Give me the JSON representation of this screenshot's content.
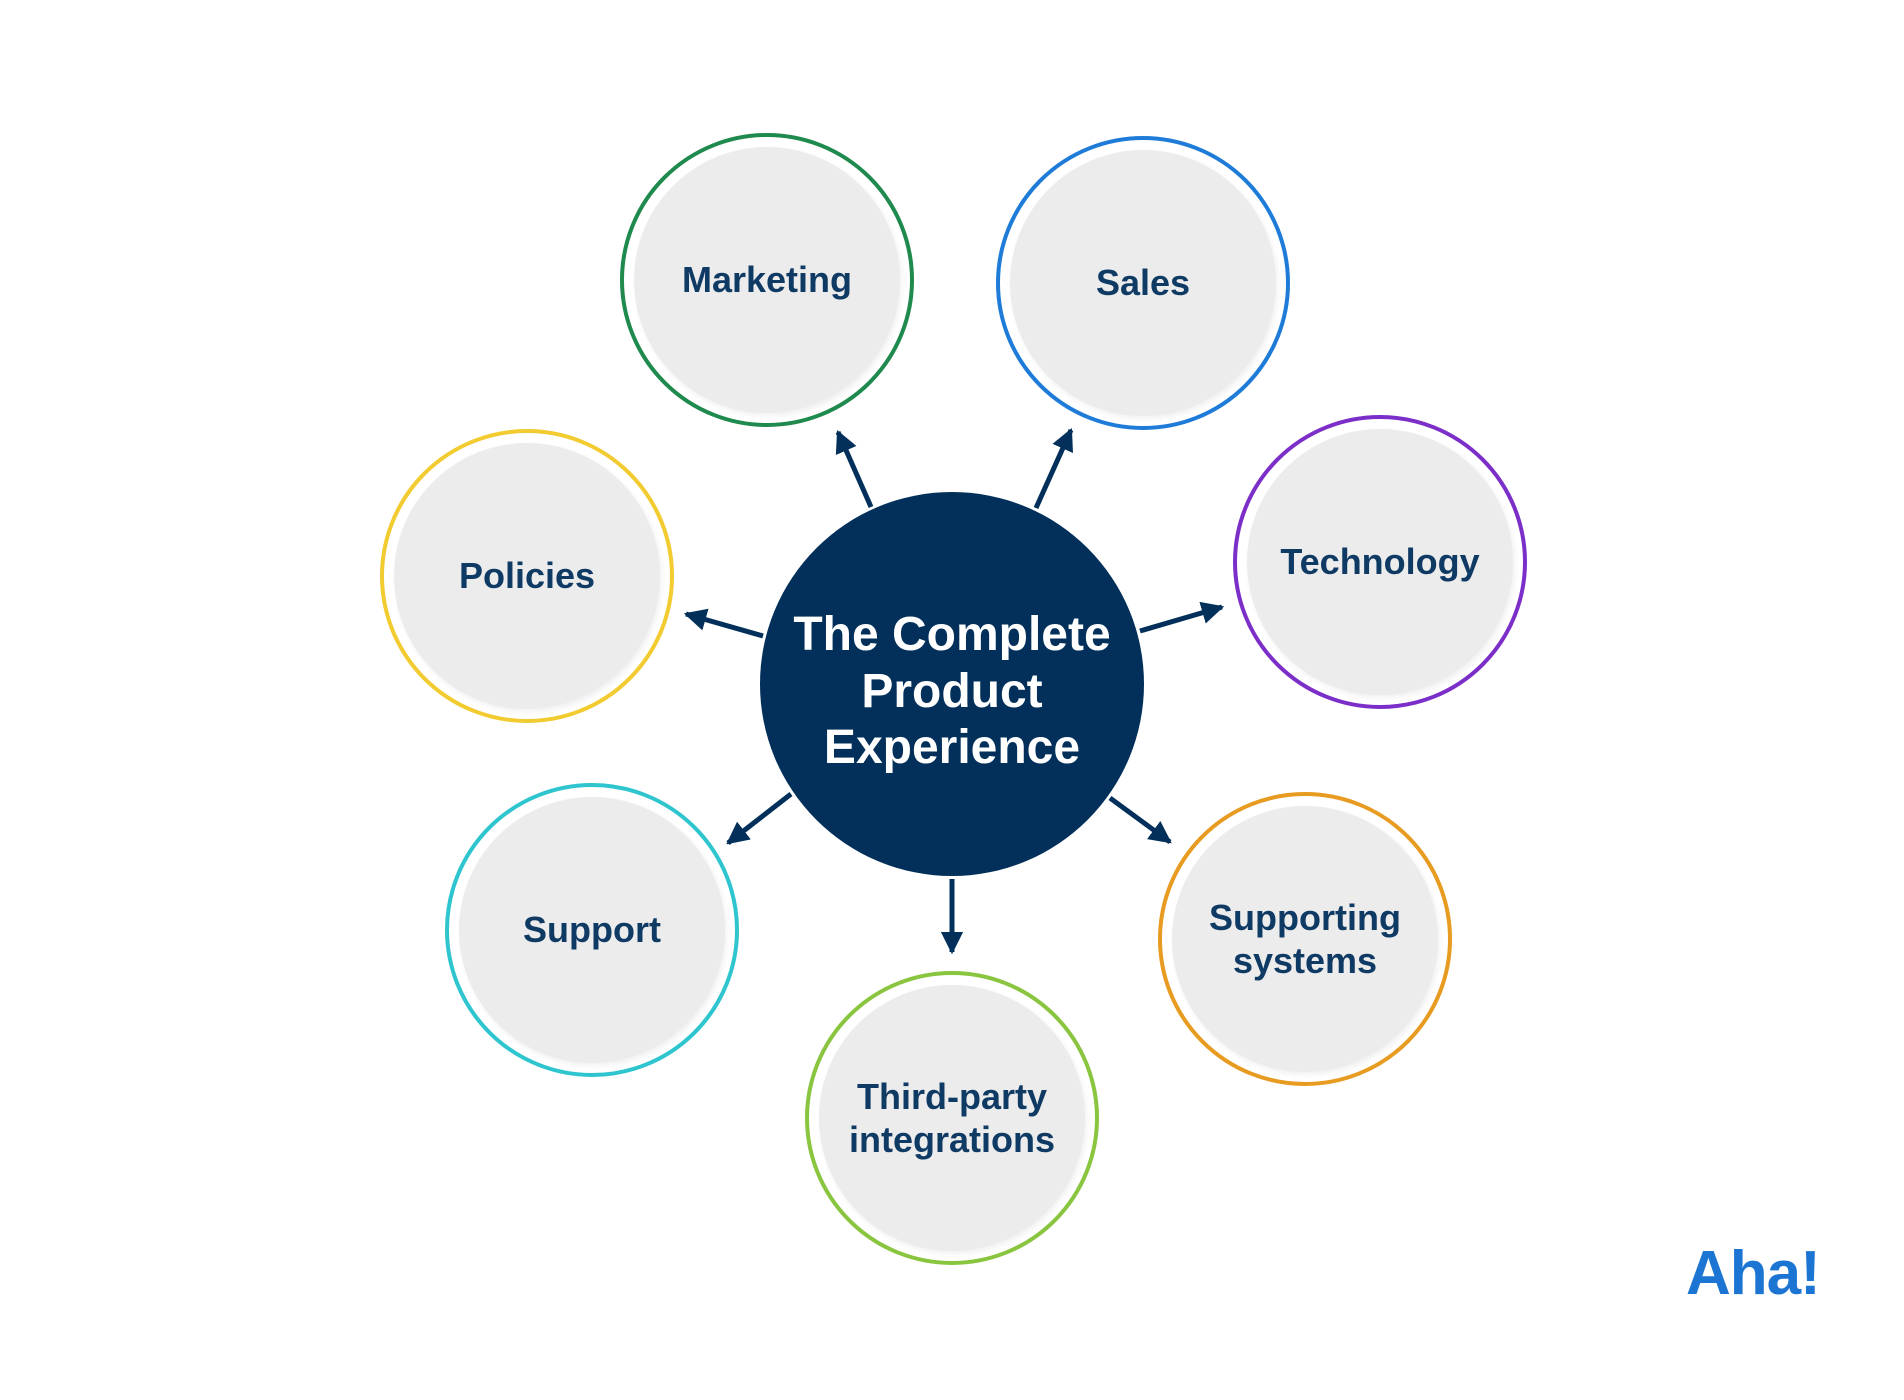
{
  "diagram": {
    "center": {
      "label": "The Complete\nProduct\nExperience"
    },
    "nodes": [
      {
        "id": "marketing",
        "label": "Marketing",
        "color": "#1F8A4D"
      },
      {
        "id": "sales",
        "label": "Sales",
        "color": "#1E7CD8"
      },
      {
        "id": "technology",
        "label": "Technology",
        "color": "#7B2FC8"
      },
      {
        "id": "supporting-systems",
        "label": "Supporting\nsystems",
        "color": "#E89B21"
      },
      {
        "id": "third-party-integrations",
        "label": "Third-party\nintegrations",
        "color": "#8AC540"
      },
      {
        "id": "support",
        "label": "Support",
        "color": "#2EC5CF"
      },
      {
        "id": "policies",
        "label": "Policies",
        "color": "#F2CB31"
      }
    ]
  },
  "logo": {
    "text": "Aha!"
  },
  "colors": {
    "navy": "#02305A",
    "label": "#0F3A64",
    "gray": "#ECECEC",
    "aha": "#1C75D3",
    "background": "#FFFFFF"
  }
}
